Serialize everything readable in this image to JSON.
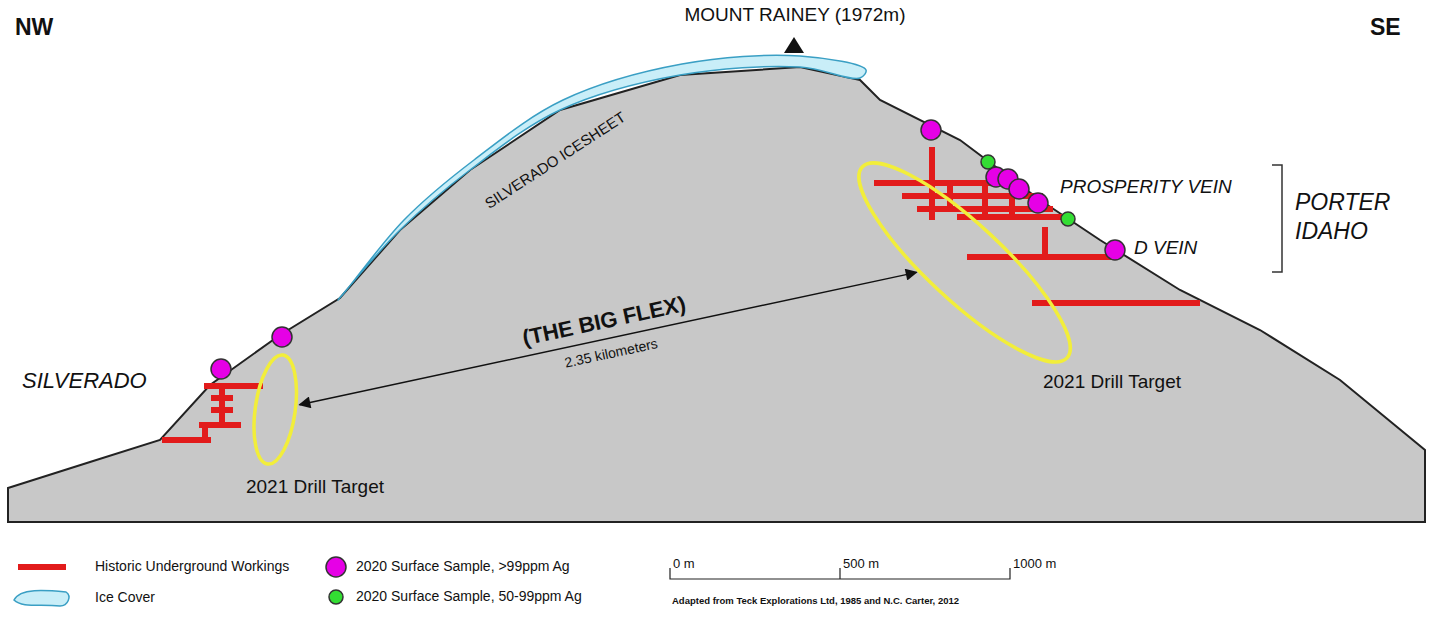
{
  "diagram": {
    "nodes": [
      {
        "text": [
          "2021 Drill Target"
        ]
      },
      {
        "text": [
          "2021 Drill Target"
        ]
      }
    ],
    "edges": [
      {
        "from": 0,
        "to": 1,
        "arrow": "both",
        "label": "(THE BIG FLEX)"
      }
    ],
    "labels": [
      "NW",
      "SE",
      "MOUNT RAINEY (1972m)",
      "SILVERADO ICESHEET",
      "PROSPERITY VEIN",
      "D VEIN",
      "PORTER IDAHO",
      "SILVERADO",
      "2.35 kilometers",
      "0 m",
      "500 m",
      "1000 m",
      "Adapted from Teck Explorations Ltd, 1985 and N.C. Carter, 2012"
    ],
    "legend": [
      {
        "text": "Historic Underground Workings"
      },
      {
        "text": "2020 Surface Sample, >99ppm Ag",
        "color": "#e600e6"
      },
      {
        "text": "Ice Cover"
      },
      {
        "text": "2020 Surface Sample, 50-99ppm Ag",
        "color": "#33dd33"
      }
    ]
  }
}
